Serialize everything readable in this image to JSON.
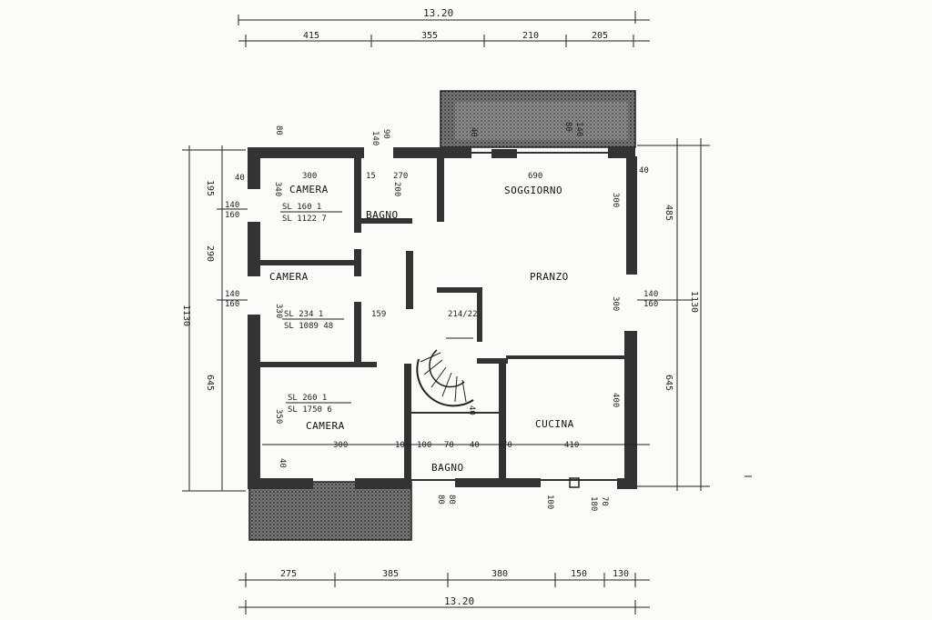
{
  "dimensions": {
    "top_total": "13.20",
    "top_segments": [
      "415",
      "355",
      "210",
      "205"
    ],
    "bottom_segments": [
      "275",
      "385",
      "380",
      "150",
      "130"
    ],
    "bottom_total": "13.20",
    "left_outer": "1130",
    "left_parts": [
      "195",
      "290",
      "645"
    ],
    "right_outer": "1130",
    "right_parts": [
      "485",
      "645"
    ],
    "left_labels": [
      "140",
      "160",
      "140",
      "160"
    ],
    "right_labels": [
      "140",
      "160"
    ],
    "top_wall_labels": [
      "80",
      "140",
      "90",
      "40",
      "80",
      "140"
    ],
    "row_labels": [
      "300",
      "15",
      "270",
      "690",
      "40",
      "40"
    ],
    "mid_labels": [
      "340",
      "200",
      "300",
      "330",
      "300",
      "159",
      "350",
      "400",
      "40",
      "40"
    ],
    "bottom_row": [
      "300",
      "10",
      "100",
      "70",
      "40",
      "70",
      "410"
    ],
    "bottom_wall_labels": [
      "80",
      "80",
      "100",
      "180",
      "70"
    ],
    "stair": "214/22"
  },
  "rooms": {
    "camera1": "CAMERA",
    "bagno1": "BAGNO",
    "soggiorno": "SOGGIORNO",
    "camera2": "CAMERA",
    "pranzo": "PRANZO",
    "camera3": "CAMERA",
    "cucina": "CUCINA",
    "bagno2": "BAGNO"
  },
  "area_notes": {
    "camera1_a": "SL 160 1",
    "camera1_b": "SL 1122 7",
    "camera2_a": "SL 234 1",
    "camera2_b": "SL 1089 48",
    "camera3_a": "SL 260 1",
    "camera3_b": "SL 1750 6"
  }
}
